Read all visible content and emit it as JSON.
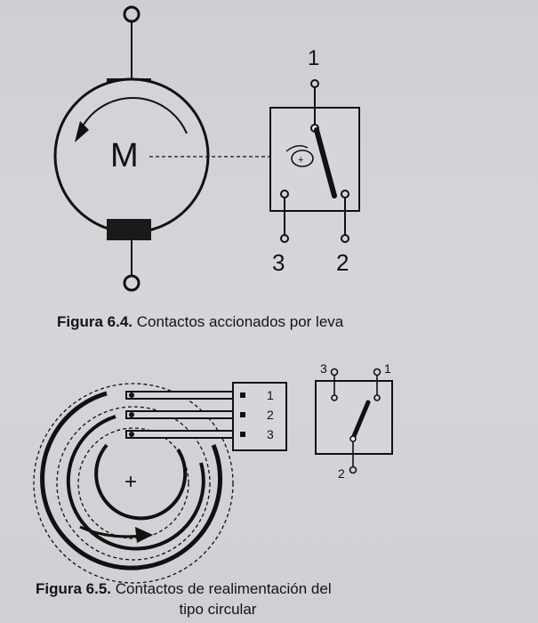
{
  "figure_6_4": {
    "motor_label": "M",
    "terminal_top": "1",
    "terminal_left": "3",
    "terminal_right": "2",
    "caption_number": "Figura 6.4.",
    "caption_text": " Contactos accionados por leva"
  },
  "figure_6_5": {
    "contact_1": "1",
    "contact_2": "2",
    "contact_3": "3",
    "switch_terminal_3": "3",
    "switch_terminal_1": "1",
    "switch_terminal_2": "2",
    "center_mark": "+",
    "caption_number": "Figura 6.5.",
    "caption_line1": " Contactos de realimentación del",
    "caption_line2": "tipo circular"
  }
}
